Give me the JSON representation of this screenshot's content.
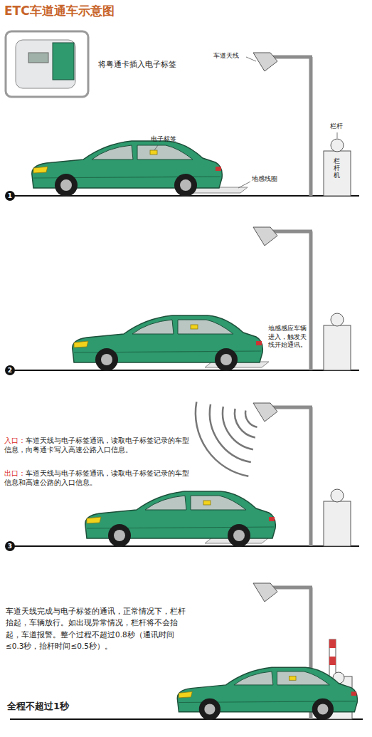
{
  "diagram": {
    "title": "ETC车道通车示意图",
    "labels": [
      "将粤通卡插入电子标签",
      "车道天线",
      "栏杆",
      "栏杆机",
      "电子标签",
      "地感线圈",
      "1",
      "地感感应车辆进入，触发天线开始通讯。",
      "2",
      "入口：",
      "车道天线与电子标签通讯，读取电子标签记录的车型信息，向粤通卡写入高速公路入口信息。",
      "出口：",
      "车道天线与电子标签通讯，读取电子标签记录的车型信息和高速公路的入口信息。",
      "3",
      "车道天线完成与电子标签的通讯，正常情况下，栏杆抬起，车辆放行。如出现异常情况，栏杆将不会抬起，车道报警。整个过程不超过0.8秒（通讯时间≤0.3秒，抬杆时间≤0.5秒）。",
      "全程不超过1秒"
    ]
  }
}
